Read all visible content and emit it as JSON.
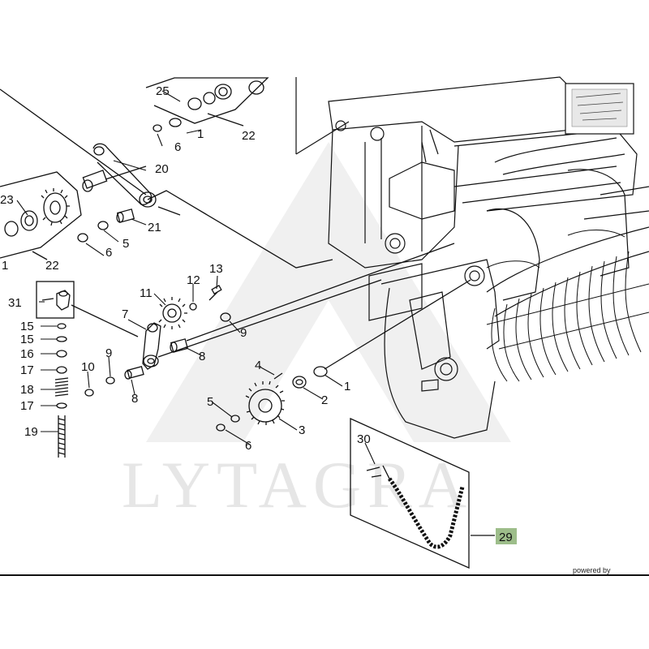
{
  "watermark": {
    "text": "LYTAGRA"
  },
  "footer": {
    "powered_text": "powered by"
  },
  "highlight": {
    "label": "29",
    "color": "#9dbd8a"
  },
  "colors": {
    "ink": "#111111",
    "watermark": "#e6e6e6"
  },
  "labels": {
    "l1a": "1",
    "l1b": "1",
    "l1c": "1",
    "l2": "2",
    "l3": "3",
    "l4": "4",
    "l5a": "5",
    "l5b": "5",
    "l6a": "6",
    "l6b": "6",
    "l6c": "6",
    "l7": "7",
    "l8a": "8",
    "l8b": "8",
    "l9a": "9",
    "l9b": "9",
    "l10": "10",
    "l11": "11",
    "l12": "12",
    "l13": "13",
    "l15a": "15",
    "l15b": "15",
    "l16": "16",
    "l17a": "17",
    "l17b": "17",
    "l18": "18",
    "l19": "19",
    "l20": "20",
    "l21": "21",
    "l22a": "22",
    "l22b": "22",
    "l23": "23",
    "l25": "25",
    "l30": "30",
    "l31": "31"
  }
}
